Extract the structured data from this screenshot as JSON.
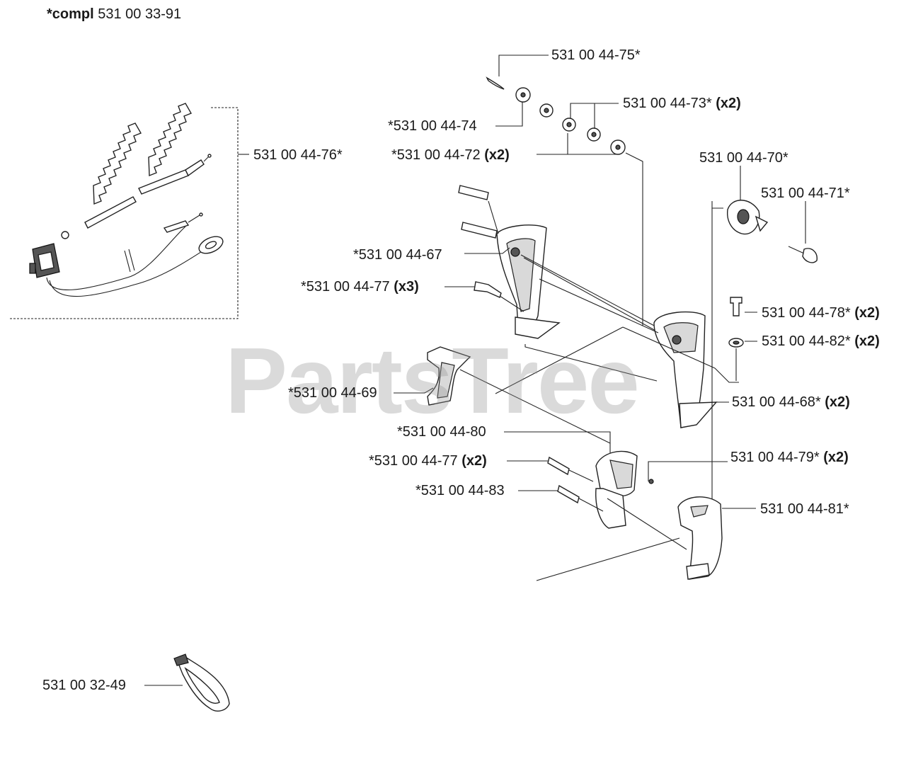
{
  "header": {
    "prefix": "*compl",
    "number": "531 00 33-91"
  },
  "watermark": "PartsTree",
  "callouts": [
    {
      "id": "p75",
      "number": "531 00 44-75*",
      "qty": ""
    },
    {
      "id": "p73",
      "number": "531 00 44-73*",
      "qty": "(x2)"
    },
    {
      "id": "p74",
      "number": "*531 00 44-74",
      "qty": ""
    },
    {
      "id": "p72",
      "number": "*531 00 44-72",
      "qty": "(x2)"
    },
    {
      "id": "p76",
      "number": "531 00 44-76*",
      "qty": ""
    },
    {
      "id": "p70",
      "number": "531 00 44-70*",
      "qty": ""
    },
    {
      "id": "p71",
      "number": "531 00 44-71*",
      "qty": ""
    },
    {
      "id": "p67",
      "number": "*531 00 44-67",
      "qty": ""
    },
    {
      "id": "p77a",
      "number": "*531 00 44-77",
      "qty": "(x3)"
    },
    {
      "id": "p78",
      "number": "531 00 44-78*",
      "qty": "(x2)"
    },
    {
      "id": "p82",
      "number": "531 00 44-82*",
      "qty": "(x2)"
    },
    {
      "id": "p69",
      "number": "*531 00 44-69",
      "qty": ""
    },
    {
      "id": "p68",
      "number": "531 00 44-68*",
      "qty": "(x2)"
    },
    {
      "id": "p80",
      "number": "*531 00 44-80",
      "qty": ""
    },
    {
      "id": "p77b",
      "number": "*531 00 44-77",
      "qty": "(x2)"
    },
    {
      "id": "p79",
      "number": "531 00 44-79*",
      "qty": "(x2)"
    },
    {
      "id": "p83",
      "number": "*531 00 44-83",
      "qty": ""
    },
    {
      "id": "p81",
      "number": "531 00 44-81*",
      "qty": ""
    },
    {
      "id": "p49",
      "number": "531 00 32-49",
      "qty": ""
    }
  ]
}
